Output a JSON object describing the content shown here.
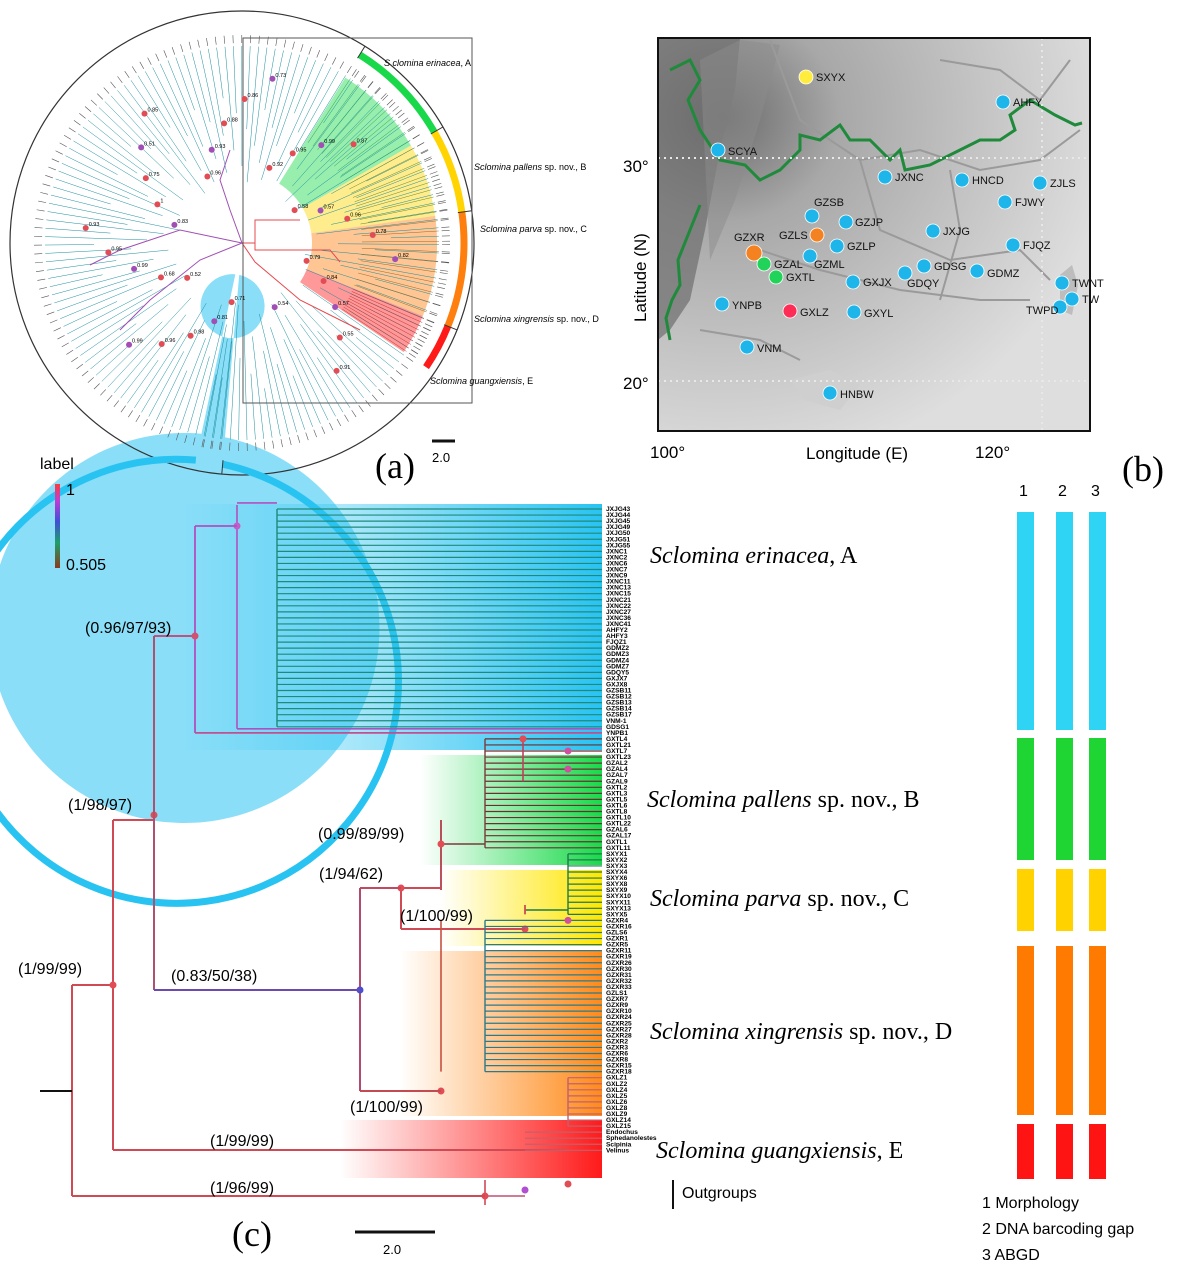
{
  "panel_labels": {
    "a": "(a)",
    "b": "(b)",
    "c": "(c)"
  },
  "scale_bar_label": "2.0",
  "colors": {
    "clade_A": "#29c3f2",
    "clade_B": "#19d94a",
    "clade_C": "#ffd400",
    "clade_D": "#ff7f0e",
    "clade_E": "#ff1a1a",
    "branch_high": "#e5494f",
    "branch_mid": "#a14fb5",
    "branch_low": "#2e9d86",
    "map_border": "#1f8a3b",
    "site_default": "#1eb6ea"
  },
  "circular_tree": {
    "clades": [
      {
        "id": "A",
        "species": "S clomina erinacea",
        "suffix": ", A"
      },
      {
        "id": "B",
        "species": "Sclomina pallens",
        "suffix": " sp. nov., B"
      },
      {
        "id": "C",
        "species": "Sclomina parva",
        "suffix": " sp. nov., C"
      },
      {
        "id": "D",
        "species": "Sclomina xingrensis",
        "suffix": " sp. nov., D"
      },
      {
        "id": "E",
        "species": "Sclomina guangxiensis",
        "suffix": ", E"
      }
    ],
    "node_values": [
      "0.71",
      "0.81",
      "0.98",
      "0.96",
      "0.99",
      "0.52",
      "0.68",
      "0.99",
      "0.95",
      "0.93",
      "0.83",
      "1",
      "0.75",
      "0.51",
      "0.85",
      "0.96",
      "0.93",
      "0.88",
      "0.86",
      "0.73",
      "0.92",
      "0.95",
      "0.99",
      "0.87",
      "0.58",
      "0.57",
      "0.96",
      "0.78",
      "0.82",
      "0.79",
      "0.84",
      "0.57",
      "0.55",
      "0.91",
      "0.54"
    ]
  },
  "map": {
    "xlabel": "Longitude (E)",
    "ylabel": "Latitude (N)",
    "x_ticks": [
      "100°",
      "120°"
    ],
    "y_ticks": [
      "30°",
      "20°"
    ],
    "sites": [
      {
        "code": "SXYX",
        "color": "#ffec3d"
      },
      {
        "code": "AHFY",
        "color": "#1eb6ea"
      },
      {
        "code": "SCYA",
        "color": "#1eb6ea"
      },
      {
        "code": "JXNC",
        "color": "#1eb6ea"
      },
      {
        "code": "HNCD",
        "color": "#1eb6ea"
      },
      {
        "code": "ZJLS",
        "color": "#1eb6ea"
      },
      {
        "code": "FJWY",
        "color": "#1eb6ea"
      },
      {
        "code": "GZSB",
        "color": "#1eb6ea"
      },
      {
        "code": "GZJP",
        "color": "#1eb6ea"
      },
      {
        "code": "GZXR",
        "color": "#f58220"
      },
      {
        "code": "GZLS",
        "color": "#f58220"
      },
      {
        "code": "GZLP",
        "color": "#1eb6ea"
      },
      {
        "code": "JXJG",
        "color": "#1eb6ea"
      },
      {
        "code": "FJQZ",
        "color": "#1eb6ea"
      },
      {
        "code": "GZAL",
        "color": "#22d35a"
      },
      {
        "code": "GZML",
        "color": "#1eb6ea"
      },
      {
        "code": "GXTL",
        "color": "#22d35a"
      },
      {
        "code": "GDSG",
        "color": "#1eb6ea"
      },
      {
        "code": "GXJX",
        "color": "#1eb6ea"
      },
      {
        "code": "GDQY",
        "color": "#1eb6ea"
      },
      {
        "code": "GDMZ",
        "color": "#1eb6ea"
      },
      {
        "code": "TWNT",
        "color": "#1eb6ea"
      },
      {
        "code": "TW",
        "color": "#1eb6ea"
      },
      {
        "code": "TWPD",
        "color": "#1eb6ea"
      },
      {
        "code": "YNPB",
        "color": "#1eb6ea"
      },
      {
        "code": "GXLZ",
        "color": "#ff2d55"
      },
      {
        "code": "GXYL",
        "color": "#1eb6ea"
      },
      {
        "code": "VNM",
        "color": "#1eb6ea"
      },
      {
        "code": "HNBW",
        "color": "#1eb6ea"
      }
    ]
  },
  "legend": {
    "title": "label",
    "max": "1",
    "min": "0.505"
  },
  "rect_tree": {
    "clades": [
      {
        "id": "A",
        "species": "Sclomina erinacea",
        "suffix": ", A"
      },
      {
        "id": "B",
        "species": "Sclomina pallens",
        "suffix": " sp. nov., B"
      },
      {
        "id": "C",
        "species": "Sclomina parva",
        "suffix": " sp. nov., C"
      },
      {
        "id": "D",
        "species": "Sclomina xingrensis",
        "suffix": " sp. nov., D"
      },
      {
        "id": "E",
        "species": "Sclomina guangxiensis",
        "suffix": ", E"
      }
    ],
    "outgroups_label": "Outgroups",
    "supports": [
      "(0.96/97/93)",
      "(1/98/97)",
      "(0.99/89/99)",
      "(1/94/62)",
      "(1/100/99)",
      "(0.83/50/38)",
      "(1/99/99)",
      "(1/100/99)",
      "(1/99/99)",
      "(1/96/99)"
    ],
    "tips": {
      "A": [
        "JXJG43",
        "JXJG44",
        "JXJG45",
        "JXJG49",
        "JXJG50",
        "JXJG51",
        "JXJG55",
        "JXNC1",
        "JXNC2",
        "JXNC6",
        "JXNC7",
        "JXNC9",
        "JXNC11",
        "JXNC13",
        "JXNC15",
        "JXNC21",
        "JXNC22",
        "JXNC27",
        "JXNC36",
        "JXNC41",
        "AHFY2",
        "AHFY3",
        "FJQZ1",
        "GDMZ2",
        "GDMZ3",
        "GDMZ4",
        "GDMZ7",
        "GDQY5",
        "GXJX7",
        "GXJX8",
        "GZSB11",
        "GZSB12",
        "GZSB13",
        "GZSB14",
        "GZSB17",
        "VNM-1",
        "GDSG1"
      ],
      "Aextra": [
        "YNPB1"
      ],
      "B": [
        "GXTL4",
        "GXTL21",
        "GXTL7",
        "GXTL23",
        "GZAL2",
        "GZAL4",
        "GZAL7",
        "GZAL9",
        "GXTL2",
        "GXTL3",
        "GXTL5",
        "GXTL6",
        "GXTL8",
        "GXTL10",
        "GXTL22",
        "GZAL6",
        "GZAL17",
        "GXTL1",
        "GXTL11"
      ],
      "C": [
        "SXYX1",
        "SXYX2",
        "SXYX3",
        "SXYX4",
        "SXYX6",
        "SXYX8",
        "SXYX9",
        "SXYX10",
        "SXYX11",
        "SXYX13",
        "SXYX5"
      ],
      "D": [
        "GZXR4",
        "GZXR16",
        "GZLS6",
        "GZXR1",
        "GZXR5",
        "GZXR11",
        "GZXR19",
        "GZXR26",
        "GZXR30",
        "GZXR31",
        "GZXR32",
        "GZXR33",
        "GZLS1",
        "GZXR7",
        "GZXR9",
        "GZXR10",
        "GZXR24",
        "GZXR25",
        "GZXR27",
        "GZXR28",
        "GZXR2",
        "GZXR3",
        "GZXR6",
        "GZXR8",
        "GZXR15",
        "GZXR18"
      ],
      "E": [
        "GXLZ1",
        "GXLZ2",
        "GXLZ4",
        "GXLZ5",
        "GXLZ6",
        "GXLZ8",
        "GXLZ9",
        "GXLZ14",
        "GXLZ15"
      ],
      "O": [
        "Endochus",
        "Sphedanolestes",
        "Scipinia",
        "Velinus"
      ]
    }
  },
  "delimitation": {
    "columns": [
      "1",
      "2",
      "3"
    ],
    "methods": [
      "1 Morphology",
      "2 DNA barcoding gap",
      "3 ABGD"
    ]
  }
}
